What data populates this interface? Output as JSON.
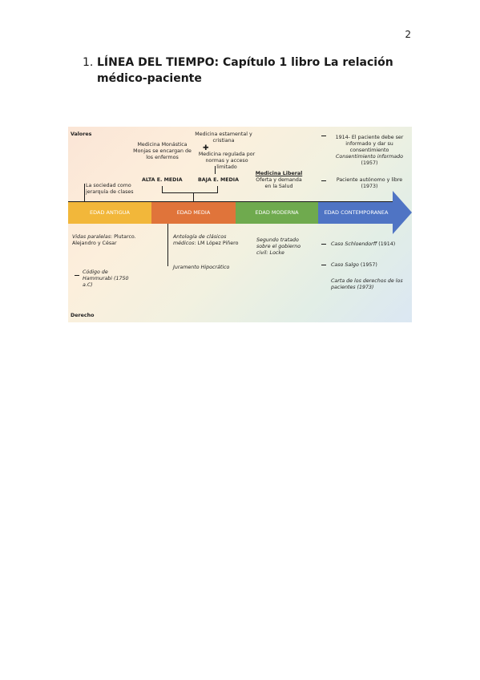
{
  "page": {
    "number": "2"
  },
  "heading": {
    "num": "1.",
    "text": "LÍNEA DEL TIEMPO: Capítulo 1 libro La relación médico-paciente"
  },
  "timeline": {
    "valores_label": "Valores",
    "derecho_label": "Derecho",
    "eras": [
      "EDAD ANTIGUA",
      "EDAD MEDIA",
      "EDAD MODERNA",
      "EDAD CONTEMPORANEA"
    ],
    "colors": {
      "antigua": "#f2b73a",
      "media": "#e0743a",
      "moderna": "#6faa4e",
      "contemporanea": "#4f74c4"
    },
    "top": {
      "sociedad": "La sociedad como jerarquía de clases",
      "monastica": "Medicina Monástica Monjas se encargan de los enfermos",
      "alta": "ALTA E. MEDIA",
      "estamental": "Medicina estamental y cristiana",
      "plus": "✚",
      "regulada": "Medicina regulada por normas y acceso limitado",
      "baja": "BAJA E. MEDIA",
      "liberal_title": "Medicina Liberal",
      "liberal_text": "Oferta y demanda en la Salud",
      "c1914": "1914- El paciente debe ser informado y dar su consentimiento",
      "c1914_it": "Consentimiento informado",
      "c1914_year": "(1957)",
      "autonomo": "Paciente autónomo y libre",
      "autonomo_year": "(1973)"
    },
    "bottom": {
      "vidas_it": "Vidas paralelas",
      "vidas": ": Plutarco. Alejandro y César",
      "hammurabi": "Código de Hammurabi (1750 a.C)",
      "antologia_it": "Antología de clásicos médicos",
      "antologia": ": LM López Piñero",
      "juramento": "Juramento Hipocrático",
      "segundo": "Segundo tratado sobre el gobierno civil: Locke",
      "caso1_it": "Caso Schloendorff",
      "caso1": " (1914)",
      "caso2_it": "Caso Salgo",
      "caso2": " (1957)",
      "carta": "Carta de los derechos de los pacientes (1973)"
    }
  }
}
